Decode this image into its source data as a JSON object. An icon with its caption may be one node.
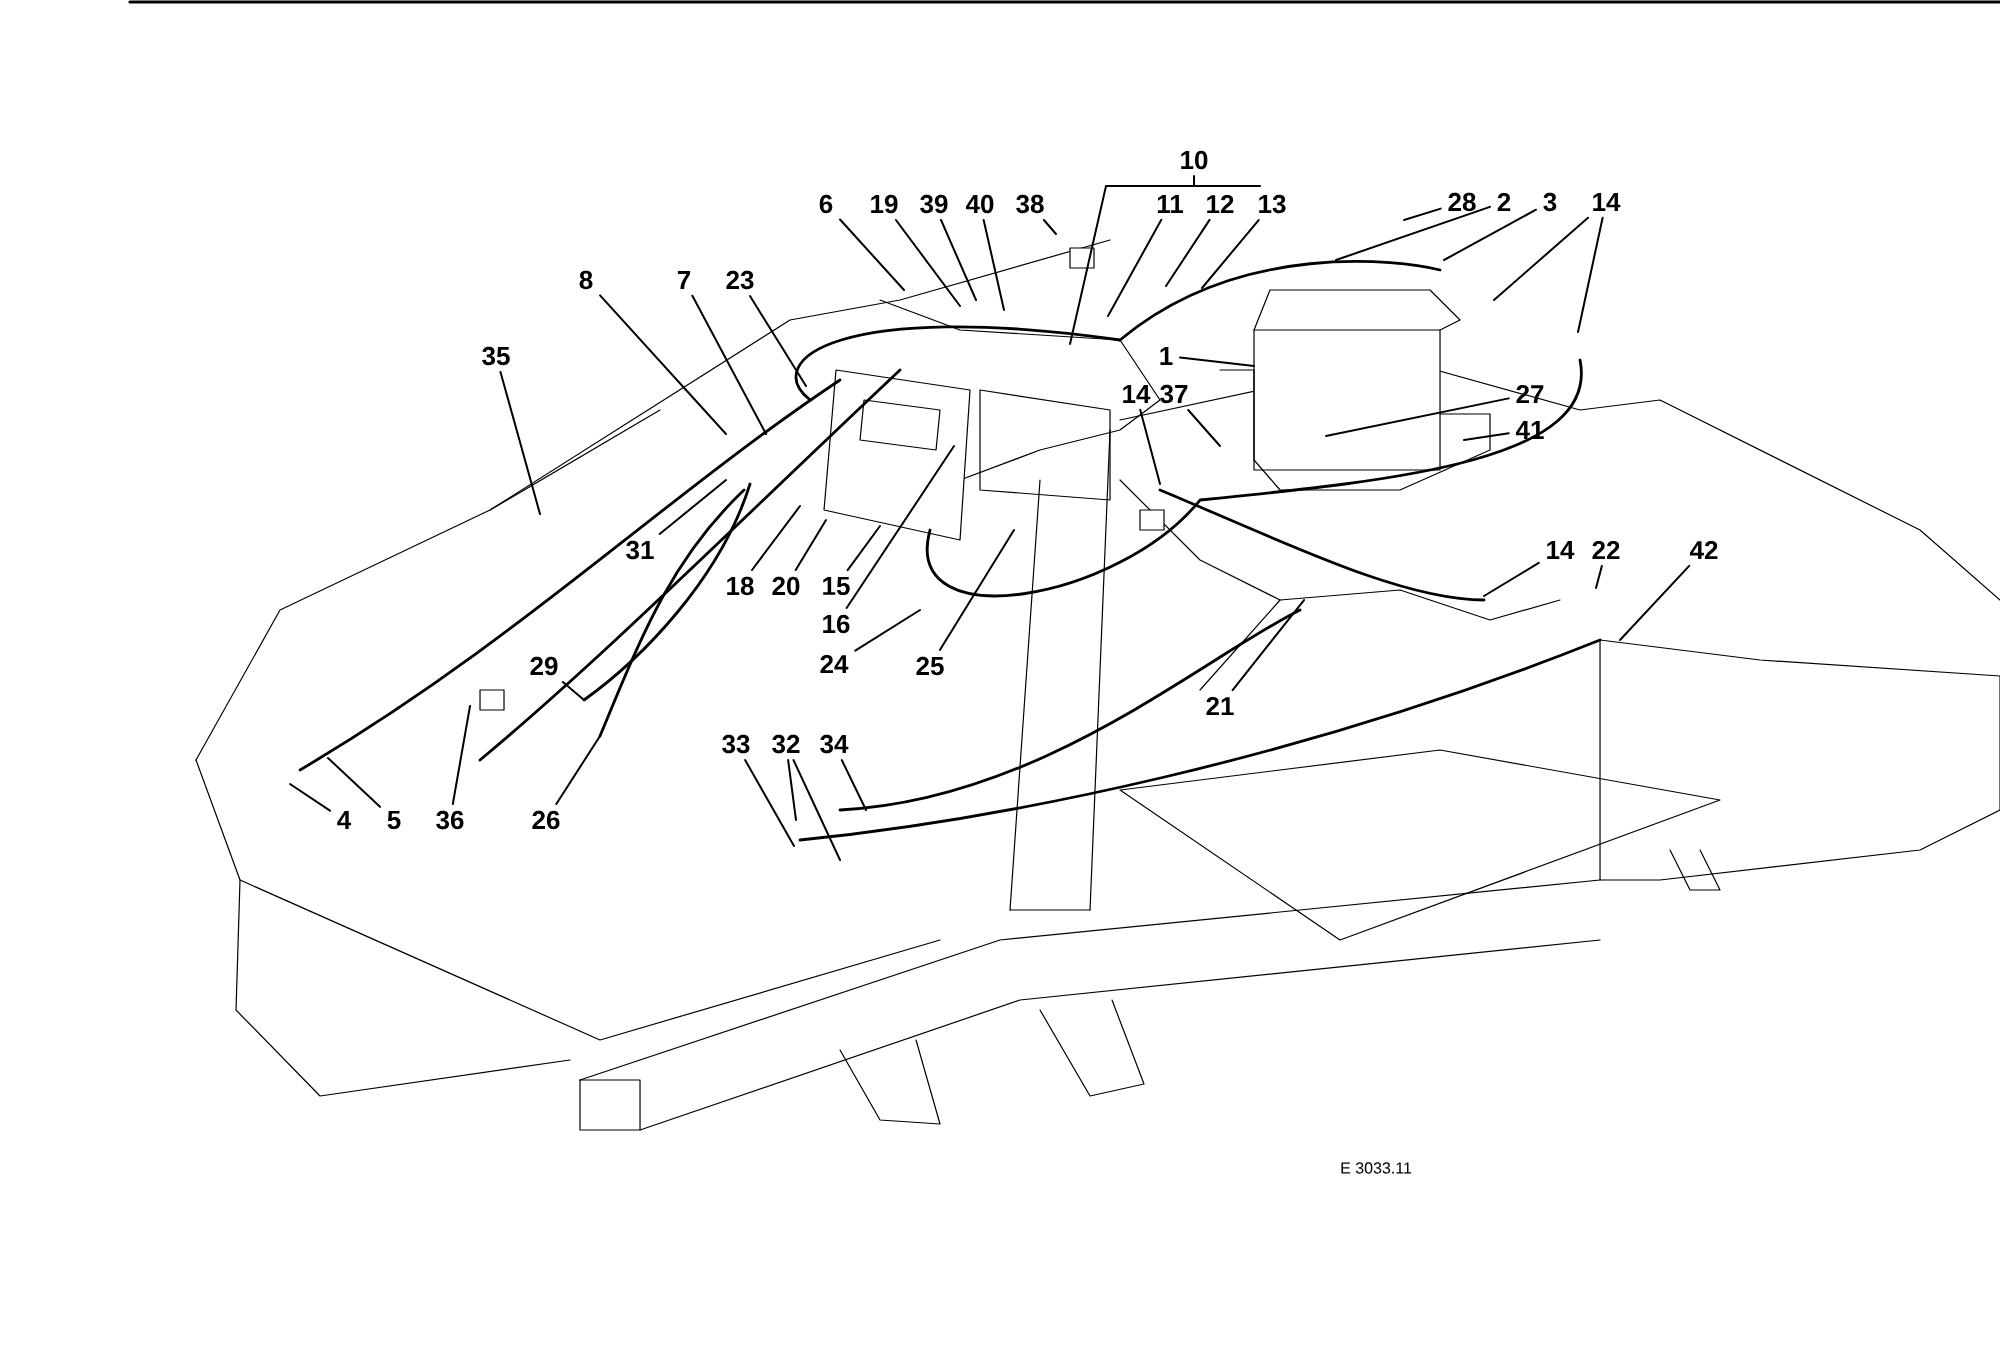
{
  "diagram": {
    "nodes": [
      {
        "text": [
          "10"
        ]
      },
      {
        "text": [
          "6"
        ]
      },
      {
        "text": [
          "19"
        ]
      },
      {
        "text": [
          "39"
        ]
      },
      {
        "text": [
          "40"
        ]
      },
      {
        "text": [
          "38"
        ]
      },
      {
        "text": [
          "11"
        ]
      },
      {
        "text": [
          "12"
        ]
      },
      {
        "text": [
          "13"
        ]
      },
      {
        "text": [
          "28"
        ]
      },
      {
        "text": [
          "2"
        ]
      },
      {
        "text": [
          "3"
        ]
      },
      {
        "text": [
          "14"
        ]
      },
      {
        "text": [
          "8"
        ]
      },
      {
        "text": [
          "7"
        ]
      },
      {
        "text": [
          "23"
        ]
      },
      {
        "text": [
          "35"
        ]
      },
      {
        "text": [
          "1"
        ]
      },
      {
        "text": [
          "14"
        ]
      },
      {
        "text": [
          "37"
        ]
      },
      {
        "text": [
          "27"
        ]
      },
      {
        "text": [
          "41"
        ]
      },
      {
        "text": [
          "31"
        ]
      },
      {
        "text": [
          "14"
        ]
      },
      {
        "text": [
          "22"
        ]
      },
      {
        "text": [
          "42"
        ]
      },
      {
        "text": [
          "18"
        ]
      },
      {
        "text": [
          "20"
        ]
      },
      {
        "text": [
          "15"
        ]
      },
      {
        "text": [
          "16"
        ]
      },
      {
        "text": [
          "24"
        ]
      },
      {
        "text": [
          "25"
        ]
      },
      {
        "text": [
          "29"
        ]
      },
      {
        "text": [
          "21"
        ]
      },
      {
        "text": [
          "33"
        ]
      },
      {
        "text": [
          "32"
        ]
      },
      {
        "text": [
          "34"
        ]
      },
      {
        "text": [
          "4"
        ]
      },
      {
        "text": [
          "5"
        ]
      },
      {
        "text": [
          "36"
        ]
      },
      {
        "text": [
          "26"
        ]
      }
    ],
    "edges": [
      {
        "from": 0,
        "to": null,
        "arrow": "none"
      },
      {
        "from": 1,
        "to": null,
        "arrow": "none"
      },
      {
        "from": 2,
        "to": null,
        "arrow": "none"
      },
      {
        "from": 3,
        "to": null,
        "arrow": "none"
      },
      {
        "from": 4,
        "to": null,
        "arrow": "none"
      },
      {
        "from": 5,
        "to": null,
        "arrow": "none"
      },
      {
        "from": 6,
        "to": null,
        "arrow": "none"
      },
      {
        "from": 7,
        "to": null,
        "arrow": "none"
      },
      {
        "from": 8,
        "to": null,
        "arrow": "none"
      },
      {
        "from": 9,
        "to": null,
        "arrow": "none"
      },
      {
        "from": 10,
        "to": null,
        "arrow": "none"
      },
      {
        "from": 11,
        "to": null,
        "arrow": "none"
      },
      {
        "from": 12,
        "to": null,
        "arrow": "none"
      },
      {
        "from": 12,
        "to": null,
        "arrow": "none"
      },
      {
        "from": 13,
        "to": null,
        "arrow": "none"
      },
      {
        "from": 14,
        "to": null,
        "arrow": "none"
      },
      {
        "from": 15,
        "to": null,
        "arrow": "none"
      },
      {
        "from": 16,
        "to": null,
        "arrow": "none"
      },
      {
        "from": 17,
        "to": null,
        "arrow": "none"
      },
      {
        "from": 18,
        "to": null,
        "arrow": "none"
      },
      {
        "from": 19,
        "to": null,
        "arrow": "none"
      },
      {
        "from": 20,
        "to": null,
        "arrow": "none"
      },
      {
        "from": 21,
        "to": null,
        "arrow": "none"
      },
      {
        "from": 22,
        "to": null,
        "arrow": "none"
      },
      {
        "from": 23,
        "to": null,
        "arrow": "none"
      },
      {
        "from": 24,
        "to": null,
        "arrow": "none"
      },
      {
        "from": 25,
        "to": null,
        "arrow": "none"
      },
      {
        "from": 26,
        "to": null,
        "arrow": "none"
      },
      {
        "from": 27,
        "to": null,
        "arrow": "none"
      },
      {
        "from": 28,
        "to": null,
        "arrow": "none"
      },
      {
        "from": 29,
        "to": null,
        "arrow": "none"
      },
      {
        "from": 30,
        "to": null,
        "arrow": "none"
      },
      {
        "from": 31,
        "to": null,
        "arrow": "none"
      },
      {
        "from": 32,
        "to": null,
        "arrow": "none"
      },
      {
        "from": 33,
        "to": null,
        "arrow": "none"
      },
      {
        "from": 34,
        "to": null,
        "arrow": "none"
      },
      {
        "from": 35,
        "to": null,
        "arrow": "none"
      },
      {
        "from": 35,
        "to": null,
        "arrow": "none"
      },
      {
        "from": 36,
        "to": null,
        "arrow": "none"
      },
      {
        "from": 37,
        "to": null,
        "arrow": "none"
      },
      {
        "from": 38,
        "to": null,
        "arrow": "none"
      },
      {
        "from": 39,
        "to": null,
        "arrow": "none"
      },
      {
        "from": 40,
        "to": null,
        "arrow": "none"
      }
    ],
    "labels": [
      "E 3033.11"
    ]
  }
}
